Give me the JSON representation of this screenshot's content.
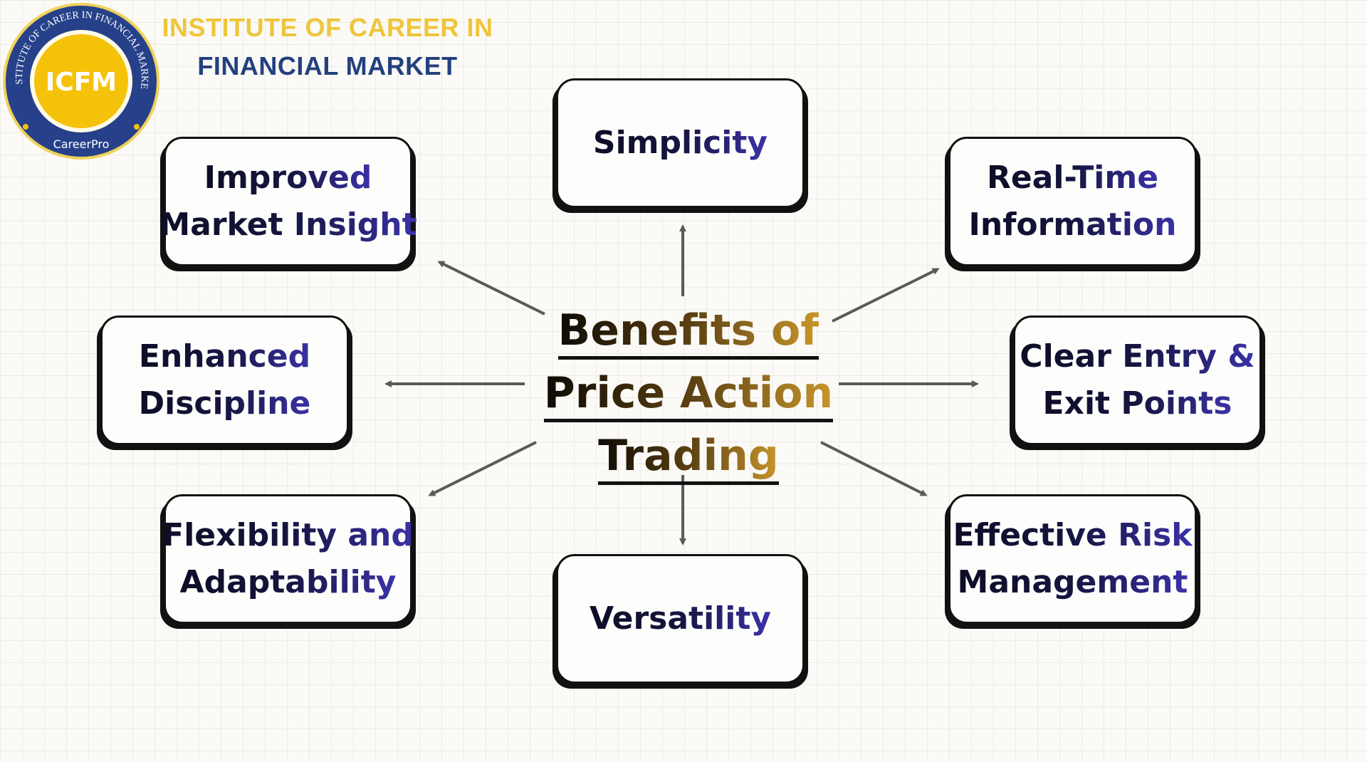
{
  "header": {
    "line1": "INSTITUTE OF CAREER IN",
    "line2": "FINANCIAL MARKET",
    "colors": {
      "line1": "#efc53a",
      "line2": "#24407f"
    }
  },
  "logo": {
    "ring_text": "INSTITUTE OF CAREER IN FINANCIAL MARKET",
    "center_text": "ICFM",
    "bottom_text": "CareerPro",
    "colors": {
      "ring": "#26418a",
      "center": "#f5c20a"
    }
  },
  "title": {
    "lines": [
      "Benefits of",
      "Price Action",
      "Trading"
    ]
  },
  "benefits": [
    {
      "lines": [
        "Simplicity"
      ]
    },
    {
      "lines": [
        "Improved",
        "Market Insight"
      ]
    },
    {
      "lines": [
        "Real-Time",
        "Information"
      ]
    },
    {
      "lines": [
        "Enhanced",
        "Discipline"
      ]
    },
    {
      "lines": [
        "Clear Entry &",
        "Exit Points"
      ]
    },
    {
      "lines": [
        "Flexibility and",
        "Adaptability"
      ]
    },
    {
      "lines": [
        "Effective Risk",
        "Management"
      ]
    },
    {
      "lines": [
        "Versatility"
      ]
    }
  ]
}
